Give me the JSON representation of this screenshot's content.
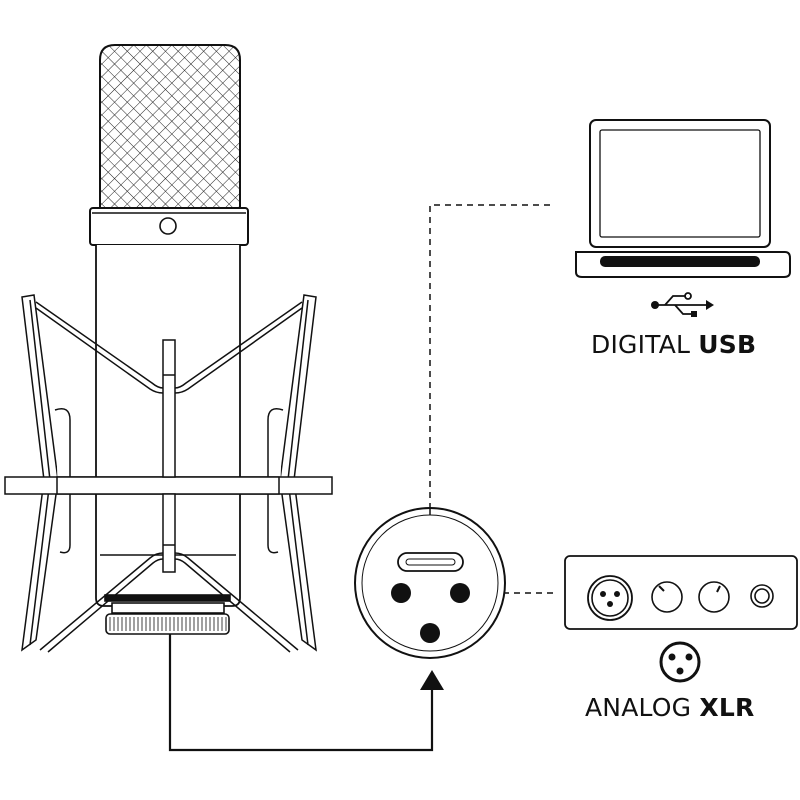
{
  "digital": {
    "prefix": "DIGITAL",
    "bold": "USB",
    "icon": "usb-icon"
  },
  "analog": {
    "prefix": "ANALOG",
    "bold": "XLR",
    "icon": "xlr-icon"
  },
  "colors": {
    "line": "#111111",
    "background": "#ffffff"
  }
}
